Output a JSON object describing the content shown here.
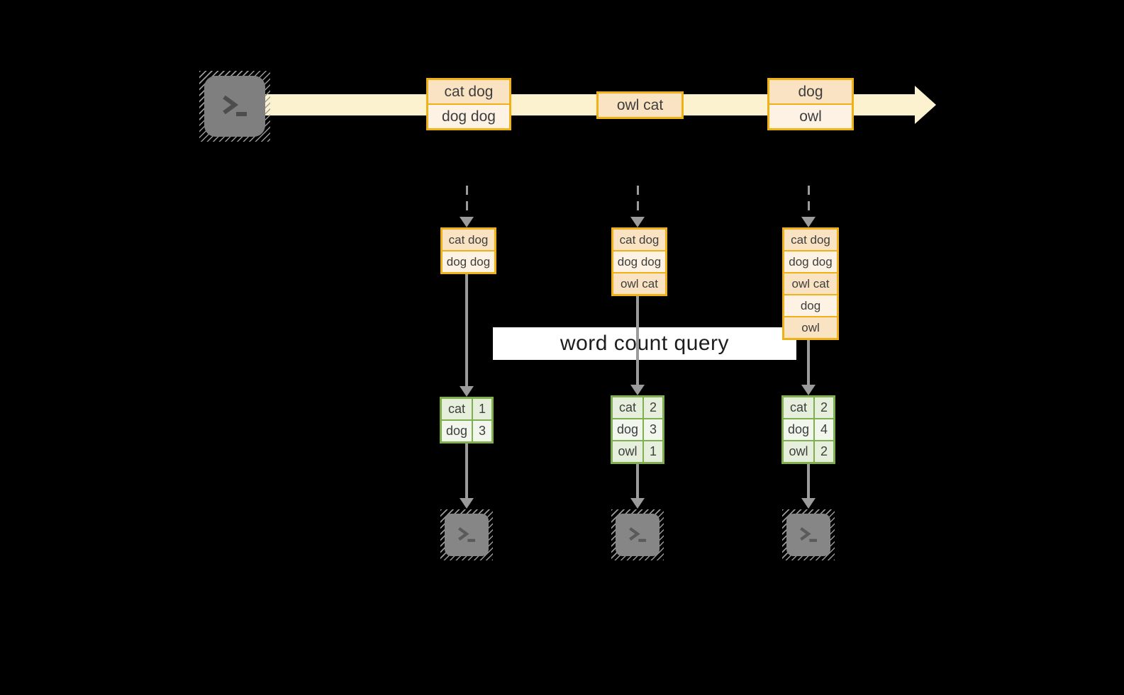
{
  "colors": {
    "background": "#000000",
    "stream_band": "#FCF2CF",
    "box_border_gold": "#F0B117",
    "cell_peach_dark": "#FAE3C2",
    "cell_peach_light": "#FDF2E3",
    "table_border_green": "#7FAF4E",
    "cell_green_dark": "#E6EEDC",
    "cell_green_light": "#F2F7ED",
    "arrow_gray": "#9B9B9B",
    "terminal_gray": "#7F7F7F",
    "query_band_bg": "#FFFFFF",
    "text_dark": "#3E3E3E"
  },
  "icons": {
    "terminal": "terminal-prompt >_"
  },
  "query": {
    "label": "word count query"
  },
  "stream": {
    "batch1": {
      "cells": [
        "cat dog",
        "dog dog"
      ]
    },
    "batch2": {
      "cells": [
        "owl cat"
      ]
    },
    "batch3": {
      "cells": [
        "dog",
        "owl"
      ]
    }
  },
  "columns": [
    {
      "state": [
        "cat dog",
        "dog dog"
      ],
      "counts": [
        {
          "word": "cat",
          "count": "1"
        },
        {
          "word": "dog",
          "count": "3"
        }
      ]
    },
    {
      "state": [
        "cat dog",
        "dog dog",
        "owl cat"
      ],
      "counts": [
        {
          "word": "cat",
          "count": "2"
        },
        {
          "word": "dog",
          "count": "3"
        },
        {
          "word": "owl",
          "count": "1"
        }
      ]
    },
    {
      "state": [
        "cat dog",
        "dog dog",
        "owl cat",
        "dog",
        "owl"
      ],
      "counts": [
        {
          "word": "cat",
          "count": "2"
        },
        {
          "word": "dog",
          "count": "4"
        },
        {
          "word": "owl",
          "count": "2"
        }
      ]
    }
  ]
}
